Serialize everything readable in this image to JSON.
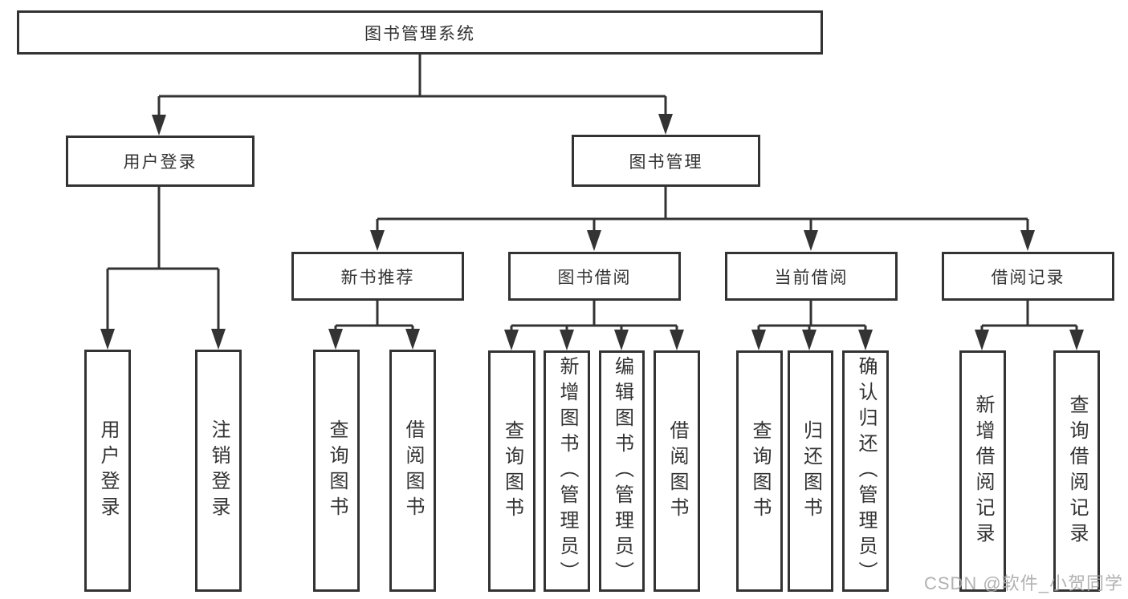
{
  "nodes": {
    "root": "图书管理系统",
    "user_login": "用户登录",
    "book_mgmt": "图书管理",
    "new_books": "新书推荐",
    "book_borrow": "图书借阅",
    "current_borrow": "当前借阅",
    "borrow_records": "借阅记录",
    "leaf_user_login": "用户登录",
    "leaf_logout": "注销登录",
    "leaf_nb_query": "查询图书",
    "leaf_nb_borrow": "借阅图书",
    "leaf_bb_query": "查询图书",
    "leaf_bb_add": "新增图书（管理员）",
    "leaf_bb_edit": "编辑图书（管理员）",
    "leaf_bb_borrow": "借阅图书",
    "leaf_cb_query": "查询图书",
    "leaf_cb_return": "归还图书",
    "leaf_cb_confirm": "确认归还（管理员）",
    "leaf_br_add": "新增借阅记录",
    "leaf_br_query": "查询借阅记录"
  },
  "watermark": "CSDN @软件_小贺同学",
  "colors": {
    "line": "#333333",
    "box_background": "#ffffff",
    "text": "#333333",
    "watermark": "#a8a8aa"
  }
}
